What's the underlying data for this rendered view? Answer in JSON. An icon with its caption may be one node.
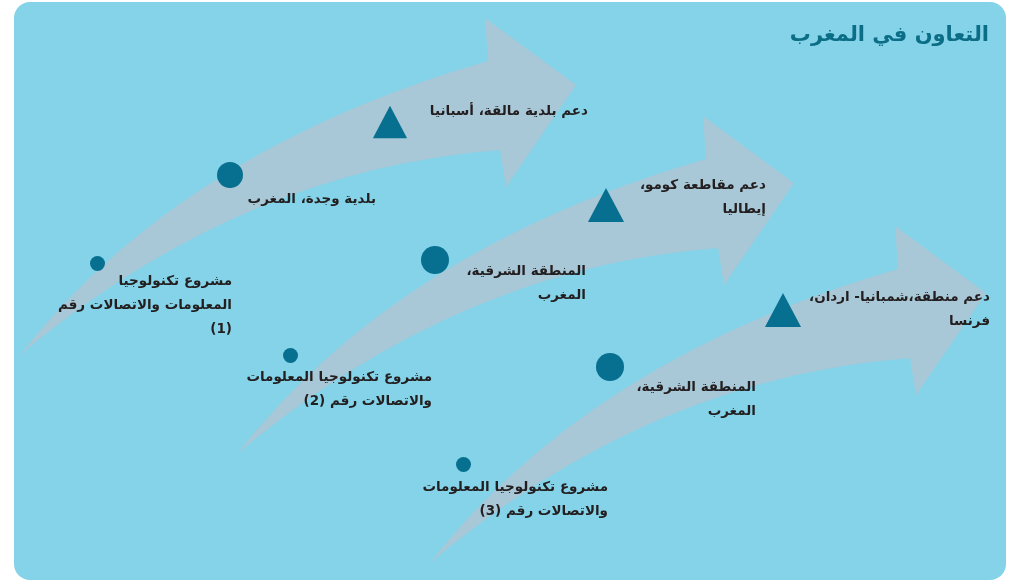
{
  "diagram": {
    "title": "التعاون في المغرب",
    "nodes": [
      {
        "text": [
          "مشروع تكنولوجيا المعلومات والاتصالات رقم (1)"
        ]
      },
      {
        "text": [
          "بلدية وجدة، المغرب"
        ]
      },
      {
        "text": [
          "دعم بلدية مالقة، أسبانيا"
        ]
      },
      {
        "text": [
          "مشروع تكنولوجيا المعلومات والاتصالات رقم (2)"
        ]
      },
      {
        "text": [
          "المنطقة الشرقية، المغرب"
        ]
      },
      {
        "text": [
          "دعم مقاطعة كومو، إيطاليا"
        ]
      },
      {
        "text": [
          "مشروع تكنولوجيا المعلومات والاتصالات رقم (3)"
        ]
      },
      {
        "text": [
          "المنطقة الشرقية، المغرب"
        ]
      },
      {
        "text": [
          "دعم منطقة،شمبانيا- اردان، فرنسا"
        ]
      }
    ]
  }
}
